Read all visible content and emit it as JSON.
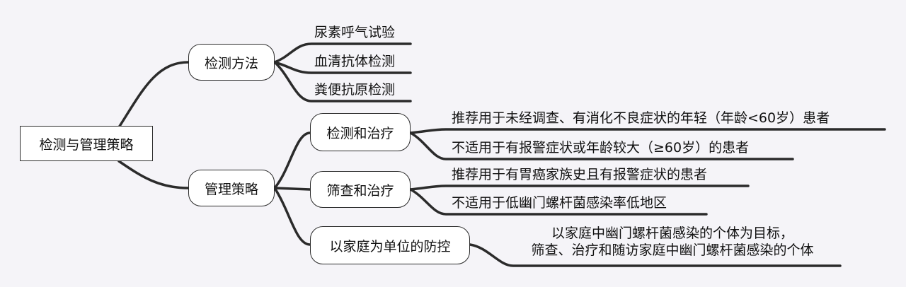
{
  "root": {
    "label": "检测与管理策略"
  },
  "detection_methods": {
    "label": "检测方法",
    "items": [
      "尿素呼气试验",
      "血清抗体检测",
      "粪便抗原检测"
    ]
  },
  "management": {
    "label": "管理策略",
    "test_and_treat": {
      "label": "检测和治疗",
      "items": [
        "推荐用于未经调查、有消化不良症状的年轻（年龄<60岁）患者",
        "不适用于有报警症状或年龄较大（≥60岁）的患者"
      ]
    },
    "screen_and_treat": {
      "label": "筛查和治疗",
      "items": [
        "推荐用于有胃癌家族史且有报警症状的患者",
        "不适用于低幽门螺杆菌感染率低地区"
      ]
    },
    "family_based": {
      "label": "以家庭为单位的防控",
      "lines": [
        "以家庭中幽门螺杆菌感染的个体为目标，",
        "筛查、治疗和随访家庭中幽门螺杆菌感染的个体"
      ]
    }
  },
  "colors": {
    "background": "#f5f4f8",
    "line": "#2b2b2b",
    "box_fill": "#ffffff"
  }
}
